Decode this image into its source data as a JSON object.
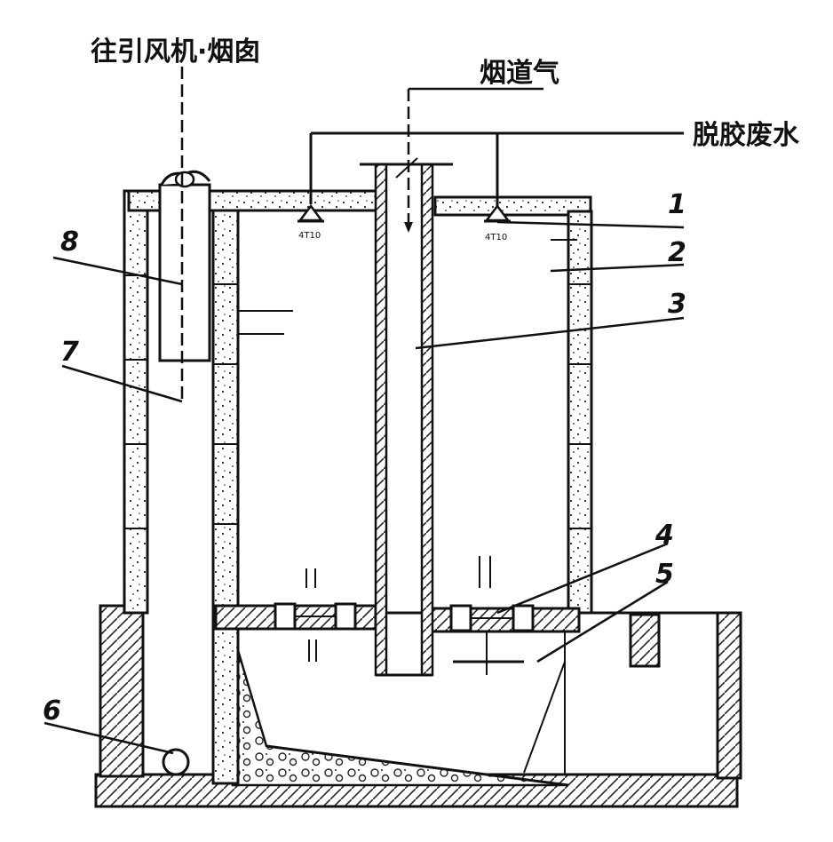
{
  "labels": {
    "to_fan_chimney": "往引风机·烟囱",
    "flue_gas": "烟道气",
    "degum_wastewater": "脱胶废水"
  },
  "nozzle_text": "4T10",
  "numbers": [
    "1",
    "2",
    "3",
    "4",
    "5",
    "6",
    "7",
    "8"
  ]
}
